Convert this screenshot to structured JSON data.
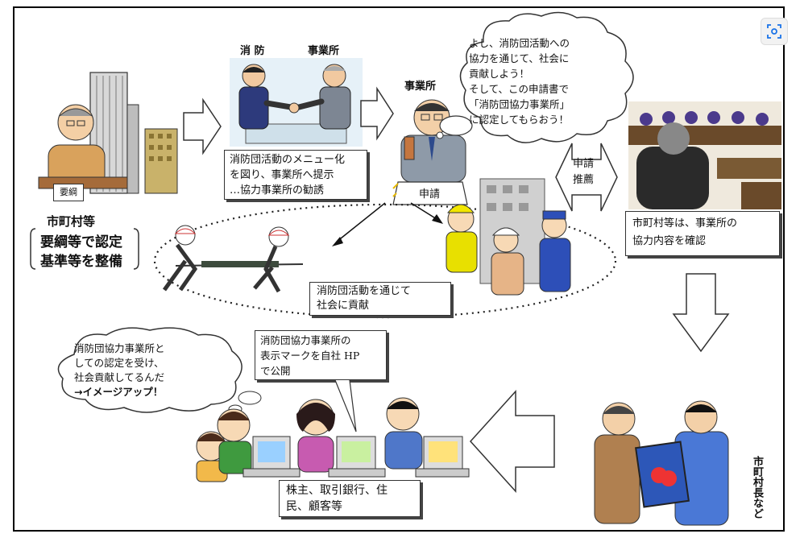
{
  "step1": {
    "kouryou": "要綱",
    "org": "市町村等",
    "desc_line1": "要綱等で認定",
    "desc_line2": "基準等を整備"
  },
  "step2": {
    "label_fire": "消 防",
    "label_office": "事業所",
    "desc_line1": "消防団活動のメニュー化",
    "desc_line2": "を図り、事業所へ提示",
    "desc_line3": "…協力事業所の勧誘"
  },
  "step3": {
    "label_office": "事業所",
    "thought_line1": "よし、消防団活動への",
    "thought_line2": "協力を通じて、社会に",
    "thought_line3": "貢献しよう！",
    "thought_line4": "そして、この申請書で",
    "thought_line5": "「消防団協力事業所」",
    "thought_line6": "に認定してもらおう！",
    "apply": "申請"
  },
  "apply_recommend": {
    "line1": "申請",
    "line2": "推薦"
  },
  "step4": {
    "desc_line1": "市町村等は、事業所の",
    "desc_line2": "協力内容を確認"
  },
  "activity": {
    "line1": "消防団活動を通じて",
    "line2": "社会に貢献"
  },
  "publish": {
    "line1": "消防団協力事業所の",
    "line2": "表示マークを自社 HP",
    "line3": "で公開"
  },
  "citizens": {
    "thought_line1": "消防団協力事業所と",
    "thought_line2": "しての認定を受け、",
    "thought_line3": "社会貢献してるんだ",
    "thought_line4": "→イメージアップ！",
    "desc_line1": "株主、取引銀行、住",
    "desc_line2": "民、顧客等"
  },
  "mayor": {
    "label": "市町村長など"
  },
  "icons": {
    "scan": "lens-scan-icon"
  }
}
